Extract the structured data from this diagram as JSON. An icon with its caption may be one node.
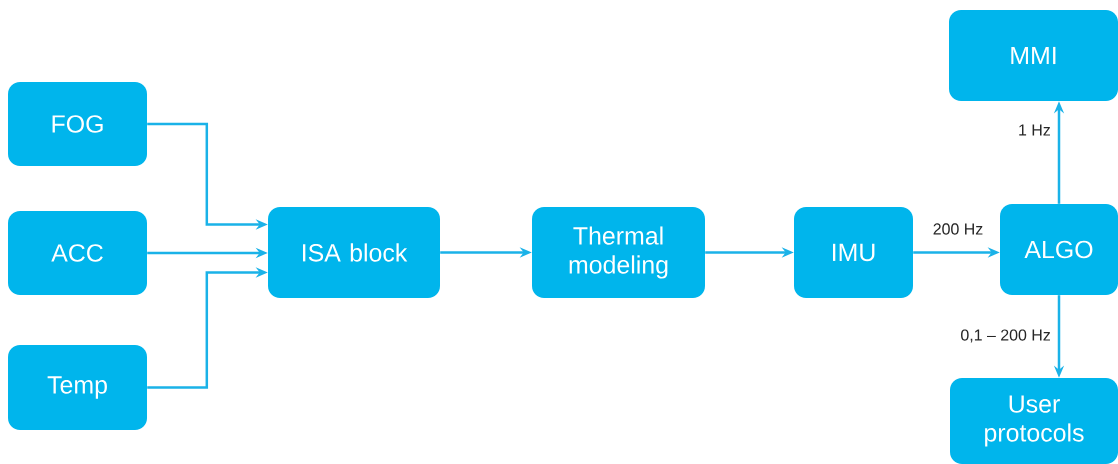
{
  "diagram": {
    "nodes": [
      {
        "text": [
          "FOG"
        ]
      },
      {
        "text": [
          "ACC"
        ]
      },
      {
        "text": [
          "Temp"
        ]
      },
      {
        "text": [
          "ISA block"
        ]
      },
      {
        "text": [
          "Thermal modeling"
        ]
      },
      {
        "text": [
          "IMU"
        ]
      },
      {
        "text": [
          "ALGO"
        ]
      },
      {
        "text": [
          "MMI"
        ]
      },
      {
        "text": [
          "User protocols"
        ]
      }
    ],
    "edges": [
      {
        "from": 0,
        "to": 3,
        "arrow": "to"
      },
      {
        "from": 1,
        "to": 3,
        "arrow": "to"
      },
      {
        "from": 2,
        "to": 3,
        "arrow": "to"
      },
      {
        "from": 3,
        "to": 4,
        "arrow": "to"
      },
      {
        "from": 4,
        "to": 5,
        "arrow": "to"
      },
      {
        "from": 5,
        "to": 6,
        "arrow": "to",
        "label": "200 Hz"
      },
      {
        "from": 6,
        "to": 7,
        "arrow": "to",
        "label": "1 Hz"
      },
      {
        "from": 6,
        "to": 8,
        "arrow": "to",
        "label": "0,1 – 200 Hz"
      }
    ]
  }
}
